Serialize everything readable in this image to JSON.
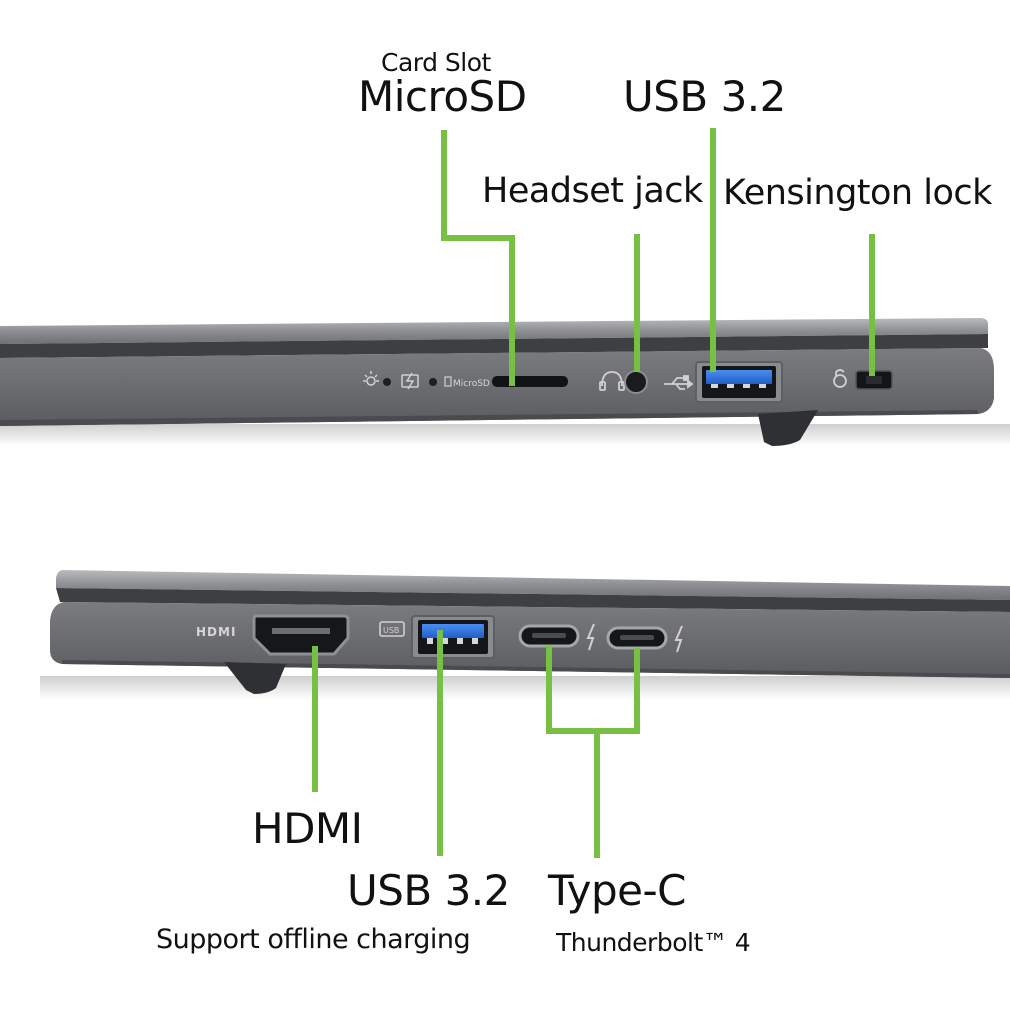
{
  "top_labels": {
    "card_slot_small": "Card Slot",
    "card_slot_big": "MicroSD",
    "usb_top": "USB 3.2",
    "headset": "Headset jack",
    "kensington": "Kensington lock"
  },
  "bottom_labels": {
    "hdmi": "HDMI",
    "usb_bottom": "USB 3.2",
    "usb_bottom_sub": "Support offline charging",
    "typec": "Type-C",
    "typec_sub": "Thunderbolt™ 4"
  },
  "port_markings": {
    "microsd_text": "MicroSD",
    "hdmi_logo": "HDMI",
    "usb_icon_text": "USB"
  },
  "colors": {
    "callout_line": "#77c043",
    "chassis": "#6a6b70",
    "usb_insert": "#2e6fd6"
  }
}
